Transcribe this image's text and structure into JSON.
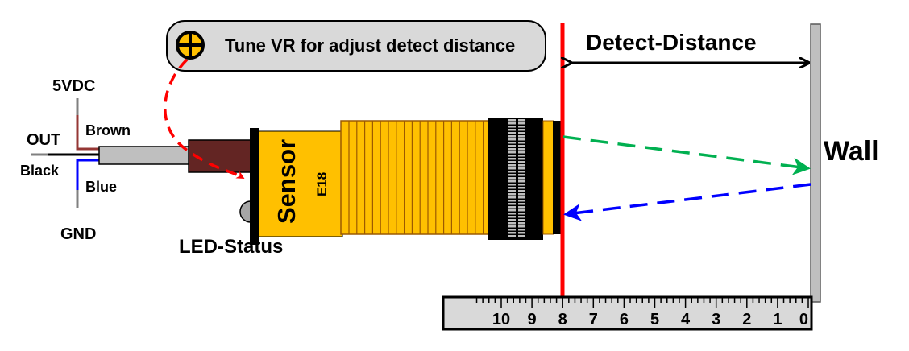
{
  "callout": {
    "text": "Tune VR for adjust detect distance"
  },
  "distance_label": "Detect-Distance",
  "wall_label": "Wall",
  "sensor": {
    "name": "Sensor",
    "model": "E18",
    "led_label": "LED-Status"
  },
  "wires": {
    "vcc": "5VDC",
    "out": "OUT",
    "gnd": "GND",
    "brown": "Brown",
    "black": "Black",
    "blue": "Blue"
  },
  "ruler": {
    "labels": [
      "0",
      "1",
      "2",
      "3",
      "4",
      "5",
      "6",
      "7",
      "8",
      "9",
      "10"
    ]
  },
  "colors": {
    "sensor_body": "#ffc000",
    "threshold_line": "#ff0000",
    "emit_beam": "#00b050",
    "reflect_beam": "#0000ff",
    "sleeve": "#632523"
  }
}
